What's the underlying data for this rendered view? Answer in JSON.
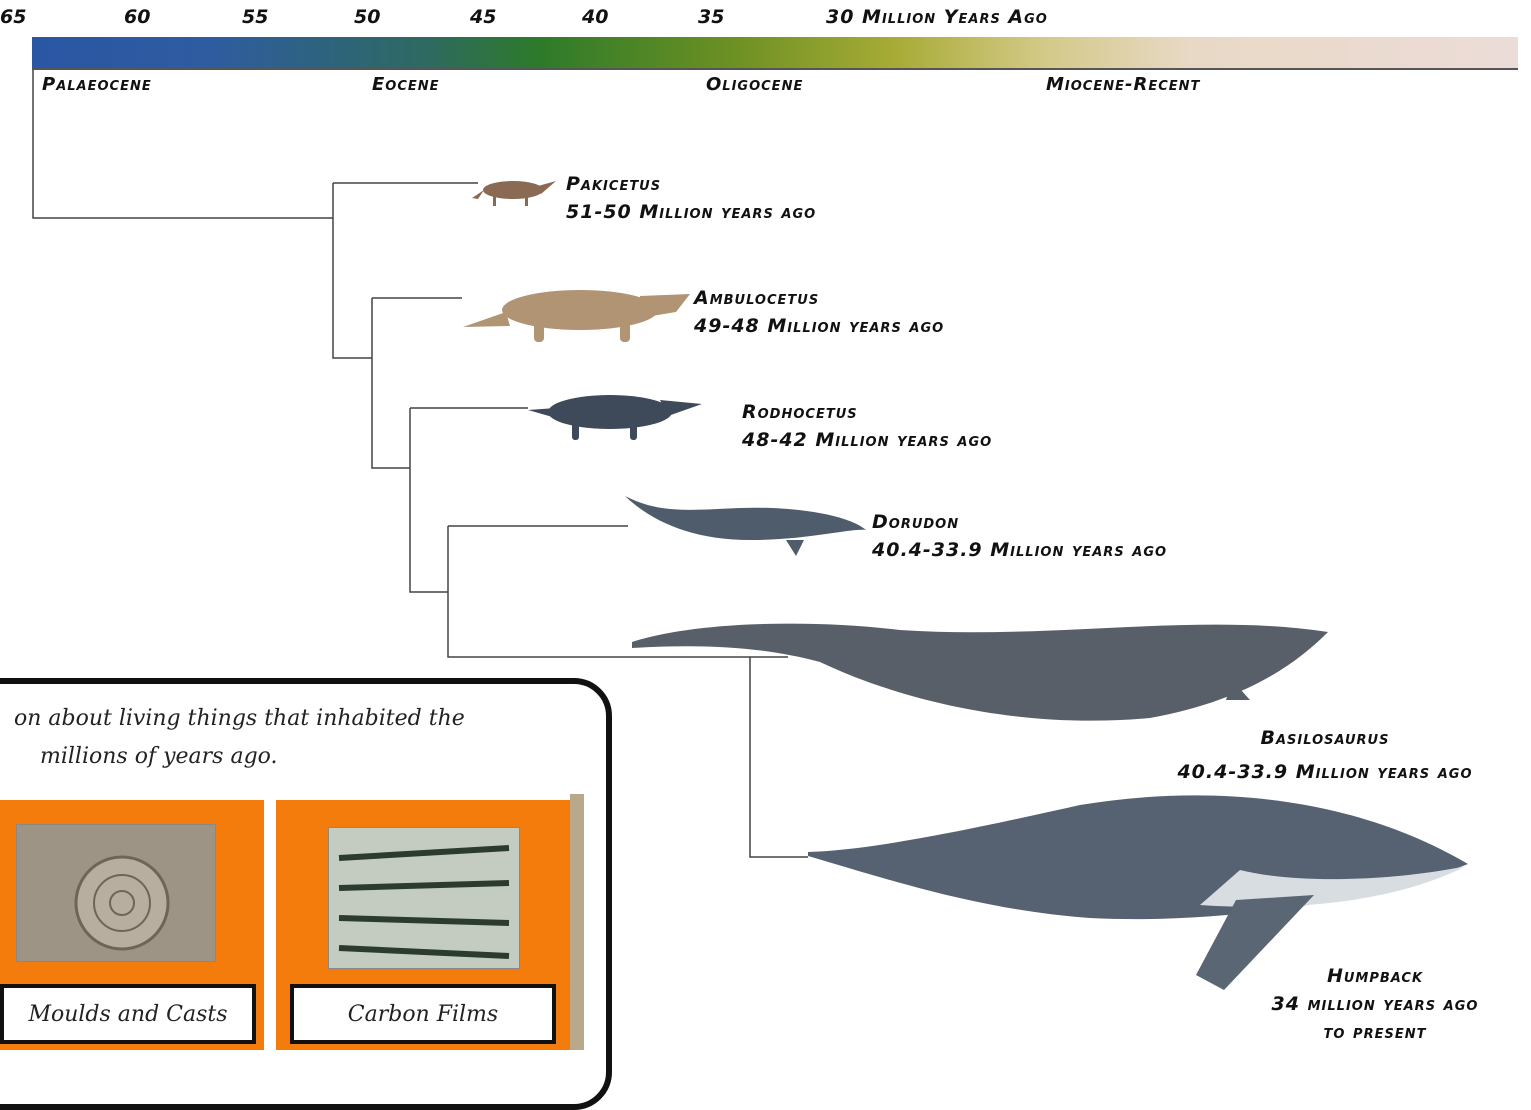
{
  "timeline": {
    "ticks": [
      "65",
      "60",
      "55",
      "50",
      "45",
      "40",
      "35"
    ],
    "axis_title": "30 Million Years Ago",
    "epochs": [
      "Palaeocene",
      "Eocene",
      "Oligocene",
      "Miocene-Recent"
    ],
    "colors": {
      "start": "#2a56a4",
      "middle": "#2d7a2a",
      "late": "#a7ab35",
      "end": "#ecdcd8"
    }
  },
  "taxa": [
    {
      "name": "Pakicetus",
      "age": "51-50 Million years ago"
    },
    {
      "name": "Ambulocetus",
      "age": "49-48 Million years ago"
    },
    {
      "name": "Rodhocetus",
      "age": "48-42 Million years ago"
    },
    {
      "name": "Dorudon",
      "age": "40.4-33.9 Million years ago"
    },
    {
      "name": "Basilosaurus",
      "age": "40.4-33.9 Million years ago"
    },
    {
      "name": "Humpback",
      "age": "34 million years ago",
      "age_line2": "to present"
    }
  ],
  "card": {
    "line1": "on about living things that inhabited the",
    "line2": "millions of years ago.",
    "labels": [
      "Moulds and Casts",
      "Carbon Films"
    ],
    "accent": "#f47c0c"
  }
}
